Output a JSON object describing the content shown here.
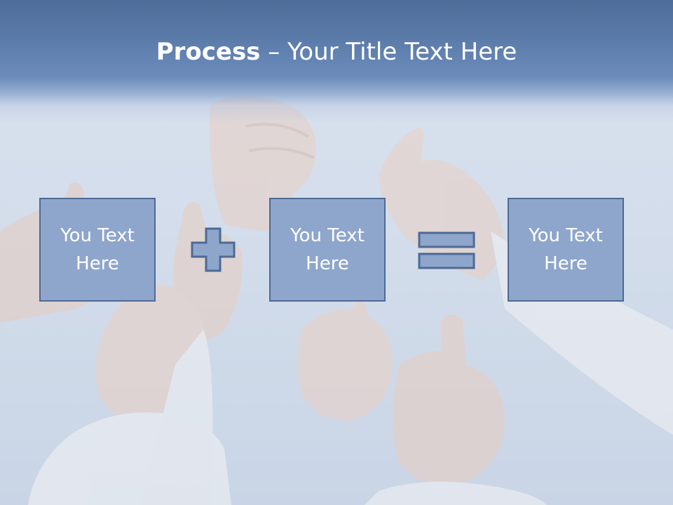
{
  "slide": {
    "title_bold": "Process",
    "title_rest": " – Your Title Text Here",
    "boxes": [
      {
        "label": "You Text Here"
      },
      {
        "label": "You Text Here"
      },
      {
        "label": "You Text Here"
      }
    ],
    "operators": [
      "plus-icon",
      "equals-icon"
    ],
    "colors": {
      "header": "#5a7aa8",
      "box_fill": "#8ea6cb",
      "box_border": "#4d6a94",
      "text": "#ffffff"
    }
  }
}
